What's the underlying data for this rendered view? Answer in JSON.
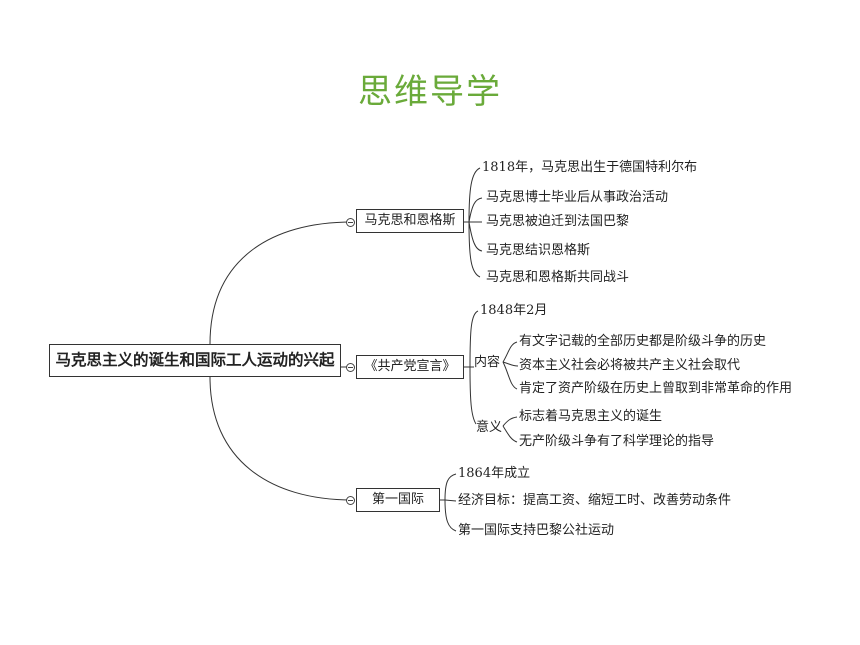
{
  "title": "思维导学",
  "root": "马克思主义的诞生和国际工人运动的兴起",
  "branches": [
    {
      "label": "马克思和恩格斯",
      "items": [
        "1818年，马克思出生于德国特利尔布",
        "马克思博士毕业后从事政治活动",
        "马克思被迫迁到法国巴黎",
        "马克思结识恩格斯",
        "马克思和恩格斯共同战斗"
      ]
    },
    {
      "label": "《共产党宣言》",
      "items": [
        "1848年2月"
      ],
      "neirong": {
        "label": "内容",
        "items": [
          "有文字记载的全部历史都是阶级斗争的历史",
          "资本主义社会必将被共产主义社会取代",
          "肯定了资产阶级在历史上曾取到非常革命的作用"
        ]
      },
      "yiyi": {
        "label": "意义",
        "items": [
          "标志着马克思主义的诞生",
          "无产阶级斗争有了科学理论的指导"
        ]
      }
    },
    {
      "label": "第一国际",
      "items": [
        "1864年成立",
        "经济目标：提高工资、缩短工时、改善劳动条件",
        "第一国际支持巴黎公社运动"
      ]
    }
  ],
  "colors": {
    "title": "#6aaa3a",
    "line": "#333333"
  }
}
